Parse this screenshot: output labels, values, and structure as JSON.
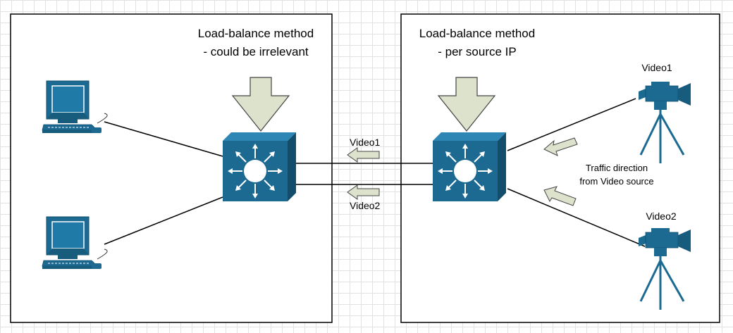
{
  "left_panel": {
    "title_line1": "Load-balance method",
    "title_line2": "- could be irrelevant"
  },
  "right_panel": {
    "title_line1": "Load-balance method",
    "title_line2": "- per source IP"
  },
  "links": {
    "video1": "Video1",
    "video2": "Video2"
  },
  "cameras": {
    "camera1": "Video1",
    "camera2": "Video2"
  },
  "traffic_note": {
    "line1": "Traffic direction",
    "line2": "from Video source"
  },
  "colors": {
    "device_blue": "#1c6a91",
    "arrow_fill": "#dde2cc",
    "line": "#000000"
  },
  "icons": [
    "computer-icon",
    "multilayer-switch-icon",
    "video-camera-icon",
    "load-balance-arrow-icon",
    "traffic-arrow-icon"
  ]
}
